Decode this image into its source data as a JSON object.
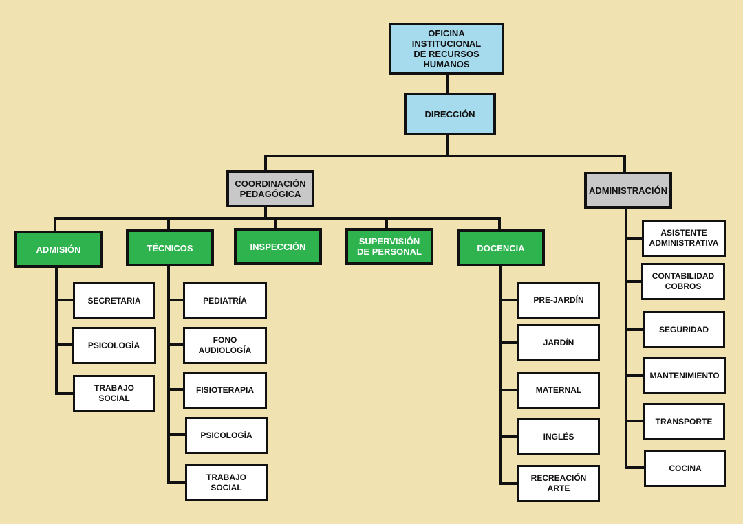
{
  "colors": {
    "background": "#f1e3b1",
    "top_level": "#a6dbee",
    "coordination": "#c8c8c8",
    "department": "#2eb34f",
    "unit": "#ffffff",
    "line": "#111111"
  },
  "top": {
    "oficina": "OFICINA\nINSTITUCIONAL\nDE RECURSOS\nHUMANOS",
    "direccion": "DIRECCIÓN"
  },
  "branches": {
    "coordinacion": "COORDINACIÓN\nPEDAGÓGICA",
    "administracion": "ADMINISTRACIÓN"
  },
  "departments": {
    "admision": "ADMISIÓN",
    "tecnicos": "TÉCNICOS",
    "inspeccion": "INSPECCIÓN",
    "supervision": "SUPERVISIÓN\nDE PERSONAL",
    "docencia": "DOCENCIA"
  },
  "admision_units": [
    "SECRETARIA",
    "PSICOLOGÍA",
    "TRABAJO\nSOCIAL"
  ],
  "tecnicos_units": [
    "PEDIATRÍA",
    "FONO\nAUDIOLOGÍA",
    "FISIOTERAPIA",
    "PSICOLOGÍA",
    "TRABAJO\nSOCIAL"
  ],
  "docencia_units": [
    "PRE-JARDÍN",
    "JARDÍN",
    "MATERNAL",
    "INGLÉS",
    "RECREACIÓN\nARTE"
  ],
  "administracion_units": [
    "ASISTENTE\nADMINISTRATIVA",
    "CONTABILIDAD\nCOBROS",
    "SEGURIDAD",
    "MANTENIMIENTO",
    "TRANSPORTE",
    "COCINA"
  ]
}
